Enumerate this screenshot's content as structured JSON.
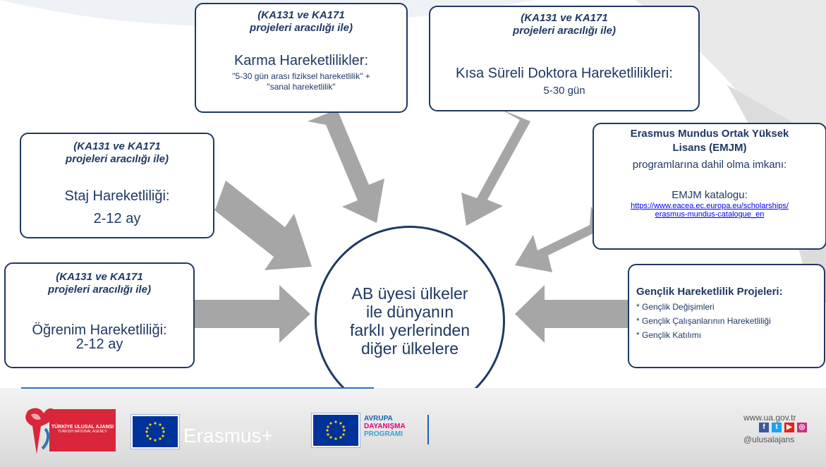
{
  "boxes": {
    "blended": {
      "tag_line1": "(KA131 ve KA171",
      "tag_line2": "projeleri aracılığı ile)",
      "title": "Karma Hareketlilikler:",
      "desc_line1": "\"5-30 gün arası fiziksel hareketlilik\" +",
      "desc_line2": "\"sanal hareketlilik\""
    },
    "doctoral": {
      "tag_line1": "(KA131 ve KA171",
      "tag_line2": "projeleri aracılığı ile)",
      "title": "Kısa Süreli Doktora Hareketlilikleri:",
      "duration": "5-30 gün"
    },
    "internship": {
      "tag_line1": "(KA131 ve KA171",
      "tag_line2": "projeleri aracılığı ile)",
      "title": "Staj Hareketliliği:",
      "duration": "2-12 ay"
    },
    "emjm": {
      "title_line1": "Erasmus Mundus Ortak Yüksek",
      "title_line2": "Lisans (EMJM)",
      "desc": "programlarına dahil olma imkanı:",
      "catalog_label": "EMJM katalogu:",
      "link_line1": "https://www.eacea.ec.europa.eu/scholarships/",
      "link_line2": "erasmus-mundus-catalogue_en"
    },
    "study": {
      "tag_line1": "(KA131 ve KA171",
      "tag_line2": "projeleri aracılığı ile)",
      "title": "Öğrenim Hareketliliği:",
      "duration": "2-12 ay"
    },
    "youth": {
      "title": "Gençlik Hareketlilik Projeleri:",
      "items": [
        "* Gençlik Değişimleri",
        "* Gençlik Çalışanlarının Hareketliliği",
        "* Gençlik Katılımı"
      ]
    }
  },
  "center": {
    "line1": "AB üyesi ülkeler",
    "line2": "ile dünyanın",
    "line3": "farklı yerlerinden",
    "line4": "diğer ülkelere"
  },
  "footer": {
    "agency_line1": "TÜRKİYE ULUSAL AJANSI",
    "agency_line2": "TURKISH NATIONAL AGENCY",
    "erasmus_label": "Erasmus+",
    "solidarity_line1": "AVRUPA",
    "solidarity_line2": "DAYANIŞMA",
    "solidarity_line3": "PROGRAMI",
    "website": "www.ua.gov.tr",
    "handle": "@ulusalajans"
  },
  "colors": {
    "navy": "#1f3864",
    "arrow": "#a6a6a6",
    "link": "#0000ee",
    "eu_blue": "#003399",
    "eu_star": "#ffcc00",
    "agency_red": "#d9263a",
    "solidarity_blue": "#1f5fa8",
    "solidarity_pink": "#e4007c"
  },
  "icons": [
    "eu-flag-icon",
    "agency-logo-icon",
    "facebook-icon",
    "twitter-icon",
    "youtube-icon",
    "instagram-icon"
  ]
}
